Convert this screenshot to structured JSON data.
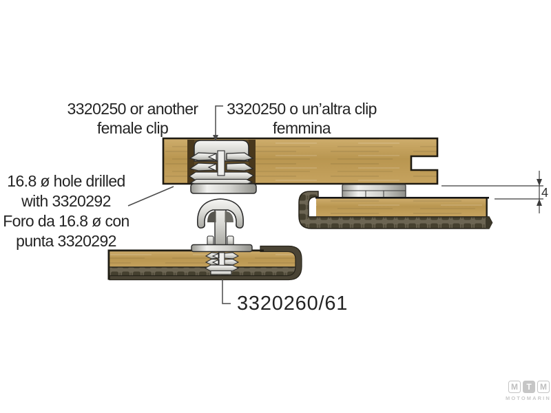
{
  "labels": {
    "female_clip_en_line1": "3320250 or another",
    "female_clip_en_line2": "female clip",
    "female_clip_it_line1": "3320250 o un’altra clip",
    "female_clip_it_line2": "femmina",
    "hole_note_line1": "16.8 ø hole drilled",
    "hole_note_line2": "with 3320292",
    "hole_note_line3": "Foro da 16.8 ø con",
    "hole_note_line4": "punta 3320292",
    "male_clip_part": "3320260/61",
    "gap_dimension_mm": "4"
  },
  "logo": {
    "letter1": "M",
    "letter2": "T",
    "letter3": "M",
    "name": "MOTOMARINE"
  },
  "colors": {
    "background": "#ffffff",
    "wood": "#c2a05f",
    "carpet": "#4f4a39",
    "edge_wrap": "#4a4435",
    "metal_light": "#f2f2f0",
    "metal_dark": "#a8a8a2",
    "outline": "#2b2b2b",
    "text": "#242424",
    "logo_gray": "#c6c6c6"
  }
}
